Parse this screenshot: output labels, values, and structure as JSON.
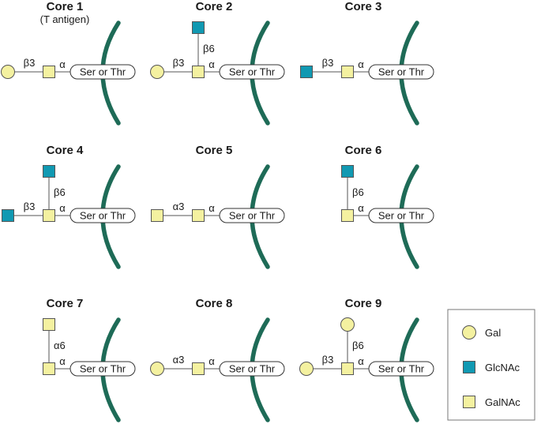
{
  "colors": {
    "gal": "#f4f1a0",
    "glcnac": "#1199b2",
    "galnac": "#f4f1a0",
    "membrane": "#1e6b57",
    "stroke": "#555555"
  },
  "peptide_label": "Ser or Thr",
  "cores": [
    {
      "title": "Core 1",
      "subtitle": "(T antigen)",
      "branches": [
        {
          "sugar": "gal",
          "direction": "left",
          "linkage": "β3"
        }
      ],
      "link_to_peptide": "α"
    },
    {
      "title": "Core 2",
      "subtitle": "",
      "branches": [
        {
          "sugar": "gal",
          "direction": "left",
          "linkage": "β3"
        },
        {
          "sugar": "glcnac",
          "direction": "up",
          "linkage": "β6"
        }
      ],
      "link_to_peptide": "α"
    },
    {
      "title": "Core 3",
      "subtitle": "",
      "branches": [
        {
          "sugar": "glcnac",
          "direction": "left",
          "linkage": "β3"
        }
      ],
      "link_to_peptide": "α"
    },
    {
      "title": "Core 4",
      "subtitle": "",
      "branches": [
        {
          "sugar": "glcnac",
          "direction": "left",
          "linkage": "β3"
        },
        {
          "sugar": "glcnac",
          "direction": "up",
          "linkage": "β6"
        }
      ],
      "link_to_peptide": "α"
    },
    {
      "title": "Core 5",
      "subtitle": "",
      "branches": [
        {
          "sugar": "galnac",
          "direction": "left",
          "linkage": "α3"
        }
      ],
      "link_to_peptide": "α"
    },
    {
      "title": "Core 6",
      "subtitle": "",
      "branches": [
        {
          "sugar": "glcnac",
          "direction": "up",
          "linkage": "β6"
        }
      ],
      "link_to_peptide": "α"
    },
    {
      "title": "Core 7",
      "subtitle": "",
      "branches": [
        {
          "sugar": "galnac",
          "direction": "up",
          "linkage": "α6"
        }
      ],
      "link_to_peptide": "α"
    },
    {
      "title": "Core 8",
      "subtitle": "",
      "branches": [
        {
          "sugar": "gal",
          "direction": "left",
          "linkage": "α3"
        }
      ],
      "link_to_peptide": "α"
    },
    {
      "title": "Core 9",
      "subtitle": "",
      "branches": [
        {
          "sugar": "gal",
          "direction": "left",
          "linkage": "β3"
        },
        {
          "sugar": "gal",
          "direction": "up",
          "linkage": "β6"
        }
      ],
      "link_to_peptide": "α"
    }
  ],
  "legend": [
    {
      "sugar": "gal",
      "label": "Gal"
    },
    {
      "sugar": "glcnac",
      "label": "GlcNAc"
    },
    {
      "sugar": "galnac",
      "label": "GalNAc"
    }
  ]
}
